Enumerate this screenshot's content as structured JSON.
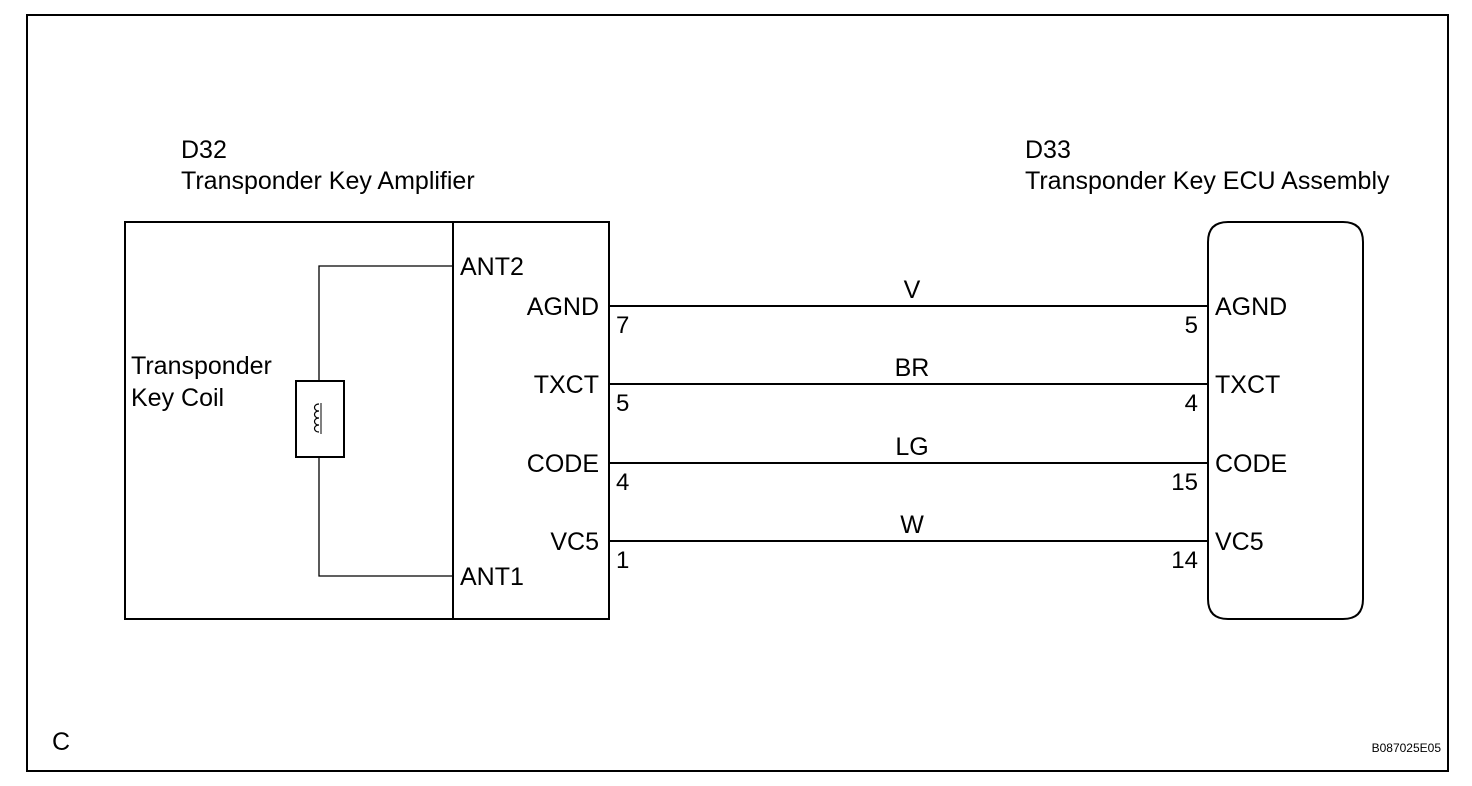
{
  "corner_letter": "C",
  "figure_code": "B087025E05",
  "amplifier": {
    "connector": "D32",
    "name": "Transponder Key Amplifier",
    "coil_label_line1": "Transponder",
    "coil_label_line2": "Key Coil",
    "ant_top": "ANT2",
    "ant_bottom": "ANT1"
  },
  "ecu": {
    "connector": "D33",
    "name": "Transponder Key ECU Assembly"
  },
  "wires": [
    {
      "color": "V",
      "left_terminal": "AGND",
      "left_pin": "7",
      "right_pin": "5",
      "right_terminal": "AGND"
    },
    {
      "color": "BR",
      "left_terminal": "TXCT",
      "left_pin": "5",
      "right_pin": "4",
      "right_terminal": "TXCT"
    },
    {
      "color": "LG",
      "left_terminal": "CODE",
      "left_pin": "4",
      "right_pin": "15",
      "right_terminal": "CODE"
    },
    {
      "color": "W",
      "left_terminal": "VC5",
      "left_pin": "1",
      "right_pin": "14",
      "right_terminal": "VC5"
    }
  ]
}
